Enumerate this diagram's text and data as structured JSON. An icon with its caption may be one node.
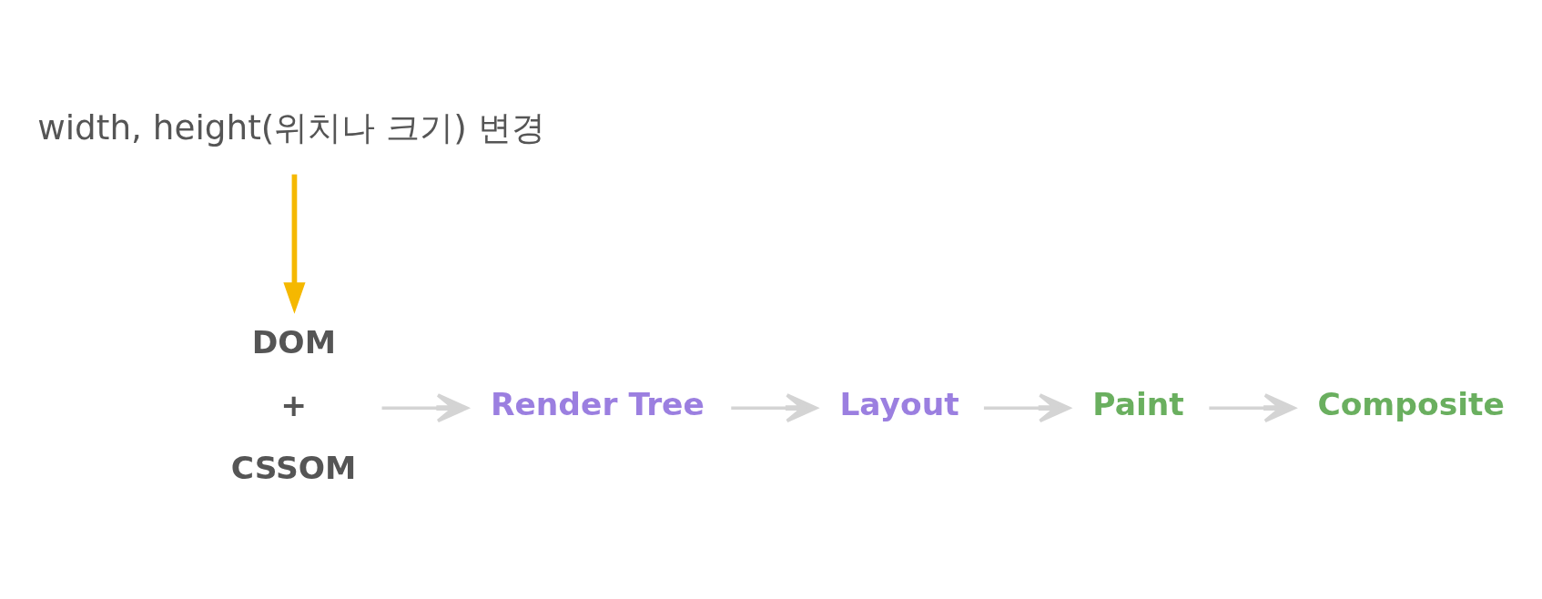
{
  "diagram": {
    "nodes": [
      {
        "text": [
          "width, height(위치나 크기) 변경"
        ]
      },
      {
        "text": [
          "DOM",
          "+",
          "CSSOM"
        ]
      },
      {
        "text": [
          "Render Tree"
        ]
      },
      {
        "text": [
          "Layout"
        ]
      },
      {
        "text": [
          "Paint"
        ]
      },
      {
        "text": [
          "Composite"
        ]
      }
    ],
    "edges": [
      {
        "from": 0,
        "to": 1,
        "arrow": "to",
        "color": "#f5b800"
      },
      {
        "from": 1,
        "to": 2,
        "arrow": "to"
      },
      {
        "from": 2,
        "to": 3,
        "arrow": "to"
      },
      {
        "from": 3,
        "to": 4,
        "arrow": "to"
      },
      {
        "from": 4,
        "to": 5,
        "arrow": "to"
      }
    ]
  }
}
